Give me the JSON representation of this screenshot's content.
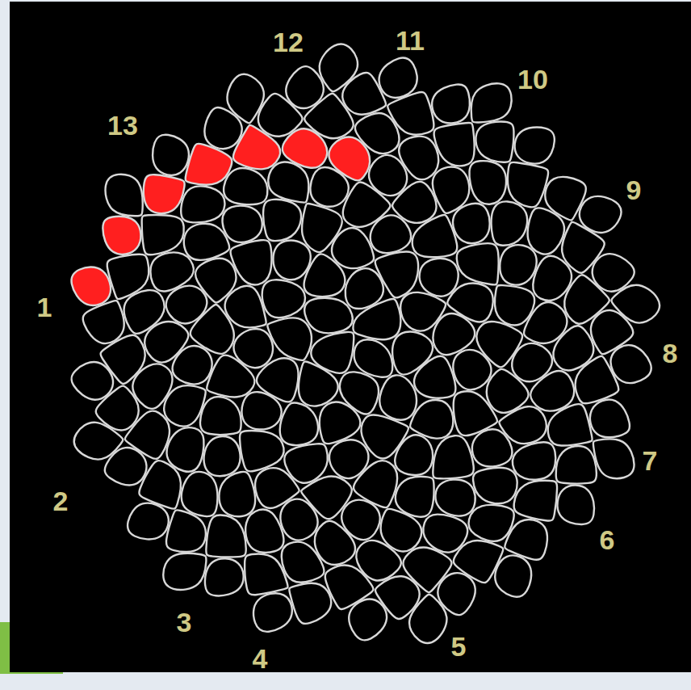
{
  "diagram": {
    "labels": [
      "12",
      "11",
      "10",
      "13",
      "9",
      "1",
      "8",
      "7",
      "2",
      "6",
      "3",
      "5",
      "4"
    ]
  }
}
